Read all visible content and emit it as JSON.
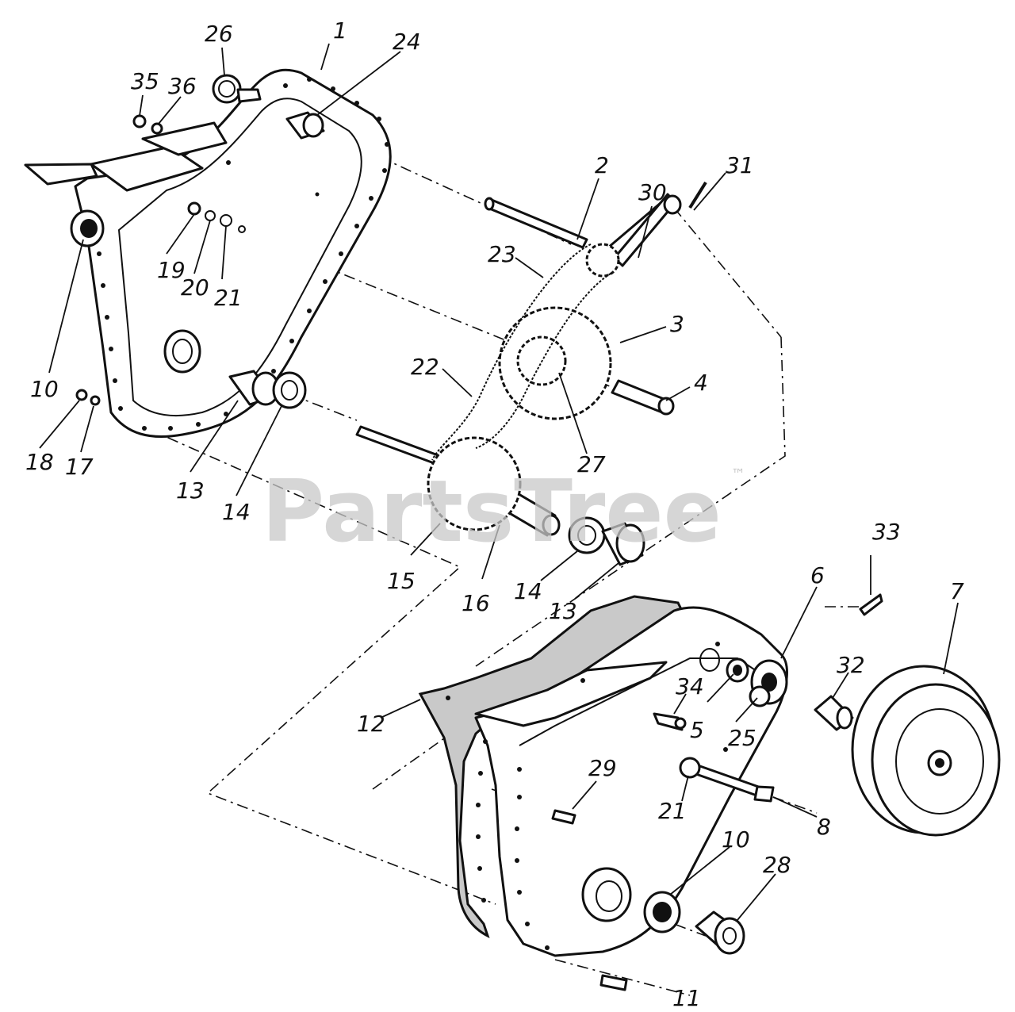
{
  "watermark": {
    "text": "PartsTree",
    "trademark": "™",
    "color": "#c8c8c8"
  },
  "callouts": [
    {
      "id": "c1",
      "label": "1"
    },
    {
      "id": "c2",
      "label": "2"
    },
    {
      "id": "c3",
      "label": "3"
    },
    {
      "id": "c4",
      "label": "4"
    },
    {
      "id": "c5",
      "label": "5"
    },
    {
      "id": "c6",
      "label": "6"
    },
    {
      "id": "c7",
      "label": "7"
    },
    {
      "id": "c8",
      "label": "8"
    },
    {
      "id": "c10a",
      "label": "10"
    },
    {
      "id": "c10b",
      "label": "10"
    },
    {
      "id": "c11",
      "label": "11"
    },
    {
      "id": "c12",
      "label": "12"
    },
    {
      "id": "c13a",
      "label": "13"
    },
    {
      "id": "c13b",
      "label": "13"
    },
    {
      "id": "c14a",
      "label": "14"
    },
    {
      "id": "c14b",
      "label": "14"
    },
    {
      "id": "c15",
      "label": "15"
    },
    {
      "id": "c16",
      "label": "16"
    },
    {
      "id": "c17",
      "label": "17"
    },
    {
      "id": "c18",
      "label": "18"
    },
    {
      "id": "c19",
      "label": "19"
    },
    {
      "id": "c20",
      "label": "20"
    },
    {
      "id": "c21a",
      "label": "21"
    },
    {
      "id": "c21b",
      "label": "21"
    },
    {
      "id": "c22",
      "label": "22"
    },
    {
      "id": "c23",
      "label": "23"
    },
    {
      "id": "c24",
      "label": "24"
    },
    {
      "id": "c25",
      "label": "25"
    },
    {
      "id": "c26",
      "label": "26"
    },
    {
      "id": "c27",
      "label": "27"
    },
    {
      "id": "c28",
      "label": "28"
    },
    {
      "id": "c29",
      "label": "29"
    },
    {
      "id": "c30",
      "label": "30"
    },
    {
      "id": "c31",
      "label": "31"
    },
    {
      "id": "c32",
      "label": "32"
    },
    {
      "id": "c33",
      "label": "33"
    },
    {
      "id": "c34",
      "label": "34"
    },
    {
      "id": "c35",
      "label": "35"
    },
    {
      "id": "c36",
      "label": "36"
    }
  ]
}
